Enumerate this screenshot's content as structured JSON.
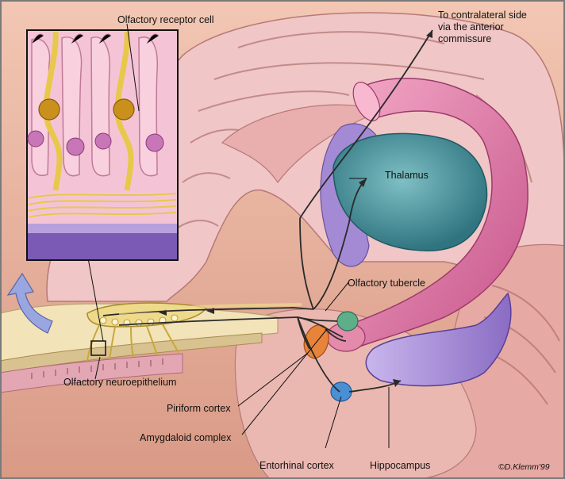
{
  "labels": {
    "olfactory_receptor_cell": "Olfactory receptor cell",
    "contralateral_line1": "To contralateral side",
    "contralateral_line2": "via the anterior",
    "contralateral_line3": "commissure",
    "thalamus": "Thalamus",
    "olfactory_tubercle": "Olfactory tubercle",
    "olfactory_neuroepithelium": "Olfactory neuroepithelium",
    "piriform_cortex": "Piriform cortex",
    "amygdaloid_complex": "Amygdaloid complex",
    "entorhinal_cortex": "Entorhinal cortex",
    "hippocampus": "Hippocampus",
    "signature": "©D.Klemm'99"
  },
  "colors": {
    "background_tissue": "#e8b9a3",
    "cortex_pink": "#f0c6c6",
    "thalamus_teal": "#3f8a94",
    "fornix_pink": "#e07aa6",
    "hippocampus_purple": "#a48ad4",
    "bulb_yellow": "#efd98a",
    "piriform_orange": "#e8843a",
    "tubercle_green": "#5fae8a",
    "entorhinal_blue": "#4a8fd4",
    "inset_pink": "#f4c4d6",
    "inset_purple": "#7a5ab4"
  }
}
